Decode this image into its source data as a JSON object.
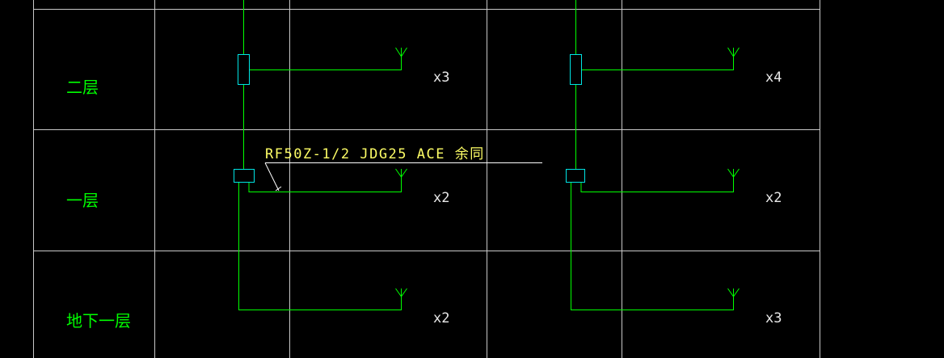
{
  "colors": {
    "background": "#000000",
    "grid": "#c8c8c8",
    "cable": "#00ff00",
    "component": "#00e5e5",
    "floor_label": "#00ff00",
    "count_label": "#e8e8e8",
    "annotation": "#ffff66",
    "leader": "#ffffff"
  },
  "floors": [
    {
      "id": "floor-2",
      "label": "二层"
    },
    {
      "id": "floor-1",
      "label": "一层"
    },
    {
      "id": "floor-b1",
      "label": "地下一层"
    }
  ],
  "counts": [
    {
      "id": "f2-left",
      "text": "x3"
    },
    {
      "id": "f2-right",
      "text": "x4"
    },
    {
      "id": "f1-left",
      "text": "x2"
    },
    {
      "id": "f1-right",
      "text": "x2"
    },
    {
      "id": "b1-left",
      "text": "x2"
    },
    {
      "id": "b1-right",
      "text": "x3"
    }
  ],
  "annotation": {
    "text": "RF50Z-1/2 JDG25 ACE 余同"
  },
  "icons": {
    "antenna": "antenna-icon",
    "coupler": "coupler-icon",
    "splitter": "splitter-icon"
  }
}
